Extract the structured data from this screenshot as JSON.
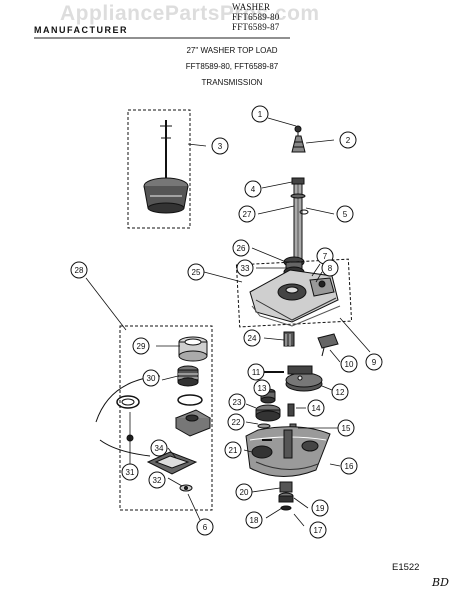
{
  "header": {
    "product": "WASHER",
    "model_line_1": "FFT6589-80",
    "model_line_2": "FFT6589-87",
    "manufacturer": "MANUFACTURER",
    "watermark": "AppliancePartsPros.com"
  },
  "title": {
    "line1": "27\" WASHER TOP LOAD",
    "line2": "FFT8589-80, FFT6589-87",
    "line3": "TRANSMISSION"
  },
  "callouts": [
    "1",
    "2",
    "3",
    "4",
    "5",
    "6",
    "7",
    "8",
    "9",
    "10",
    "11",
    "12",
    "13",
    "14",
    "15",
    "16",
    "17",
    "18",
    "19",
    "20",
    "21",
    "22",
    "23",
    "24",
    "25",
    "26",
    "27",
    "28",
    "29",
    "30",
    "31",
    "32",
    "33",
    "34"
  ],
  "footer": {
    "diagram_code": "E1522",
    "initials": "BD"
  }
}
